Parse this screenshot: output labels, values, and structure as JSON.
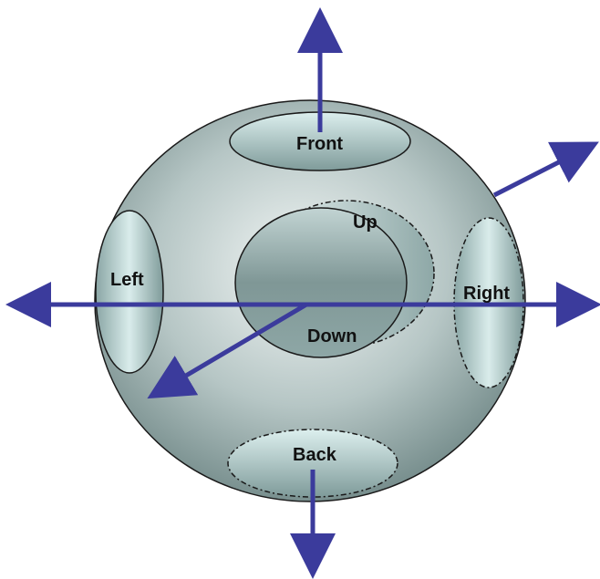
{
  "labels": {
    "front": "Front",
    "up": "Up",
    "left": "Left",
    "right": "Right",
    "down": "Down",
    "back": "Back"
  },
  "colors": {
    "arrow": "#3b3b9c",
    "outline": "#1a1a1a",
    "sphere_light": "#f2f6f5",
    "sphere_mid": "#b6c6c5",
    "sphere_dark": "#6e8685",
    "face_light": "#d6ebea",
    "face_dark": "#7f9b9a"
  }
}
